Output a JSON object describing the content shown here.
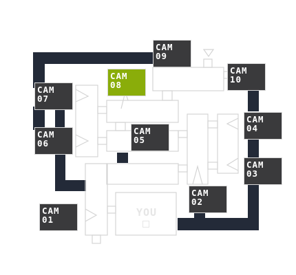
{
  "map": {
    "you_label": "YOU",
    "colors": {
      "vent": "#232a38",
      "room_line": "#d4d4d4",
      "camera_button": "#3a3a3c",
      "camera_button_active": "#8aad0a",
      "camera_text": "#ffffff"
    }
  },
  "cameras": [
    {
      "id": "cam09",
      "line1": "CAM",
      "line2": "09",
      "active": false
    },
    {
      "id": "cam10",
      "line1": "CAM",
      "line2": "10",
      "active": false
    },
    {
      "id": "cam08",
      "line1": "CAM",
      "line2": "08",
      "active": true
    },
    {
      "id": "cam07",
      "line1": "CAM",
      "line2": "07",
      "active": false
    },
    {
      "id": "cam06",
      "line1": "CAM",
      "line2": "06",
      "active": false
    },
    {
      "id": "cam05",
      "line1": "CAM",
      "line2": "05",
      "active": false
    },
    {
      "id": "cam04",
      "line1": "CAM",
      "line2": "04",
      "active": false
    },
    {
      "id": "cam03",
      "line1": "CAM",
      "line2": "03",
      "active": false
    },
    {
      "id": "cam02",
      "line1": "CAM",
      "line2": "02",
      "active": false
    },
    {
      "id": "cam01",
      "line1": "CAM",
      "line2": "01",
      "active": false
    }
  ]
}
